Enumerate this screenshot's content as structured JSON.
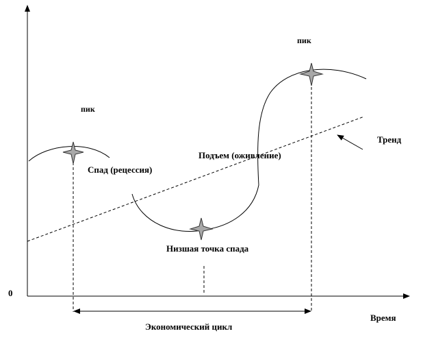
{
  "diagram": {
    "origin_label": "0",
    "x_axis_label": "Время",
    "labels": {
      "peak_left": "пик",
      "peak_right": "пик",
      "recession": "Спад (рецессия)",
      "recovery": "Подъем (оживление)",
      "trough": "Низшая точка спада",
      "trend": "Тренд",
      "cycle": "Экономический цикл"
    },
    "colors": {
      "line": "#000000",
      "star_fill": "#a8a8a8",
      "star_stroke": "#333333",
      "background": "#ffffff"
    }
  }
}
